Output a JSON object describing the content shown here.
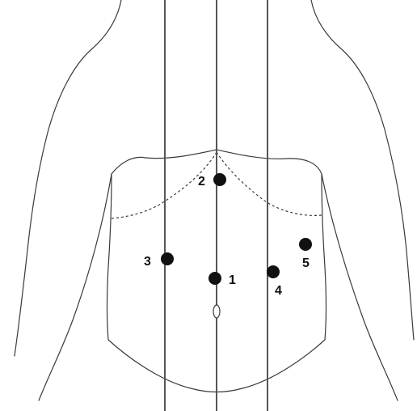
{
  "diagram": {
    "ports": [
      {
        "id": "port-1",
        "label": "1"
      },
      {
        "id": "port-2",
        "label": "2"
      },
      {
        "id": "port-3",
        "label": "3"
      },
      {
        "id": "port-4",
        "label": "4"
      },
      {
        "id": "port-5",
        "label": "5"
      }
    ],
    "colors": {
      "line": "#3a3a3a",
      "port": "#111111",
      "background": "#ffffff"
    }
  }
}
